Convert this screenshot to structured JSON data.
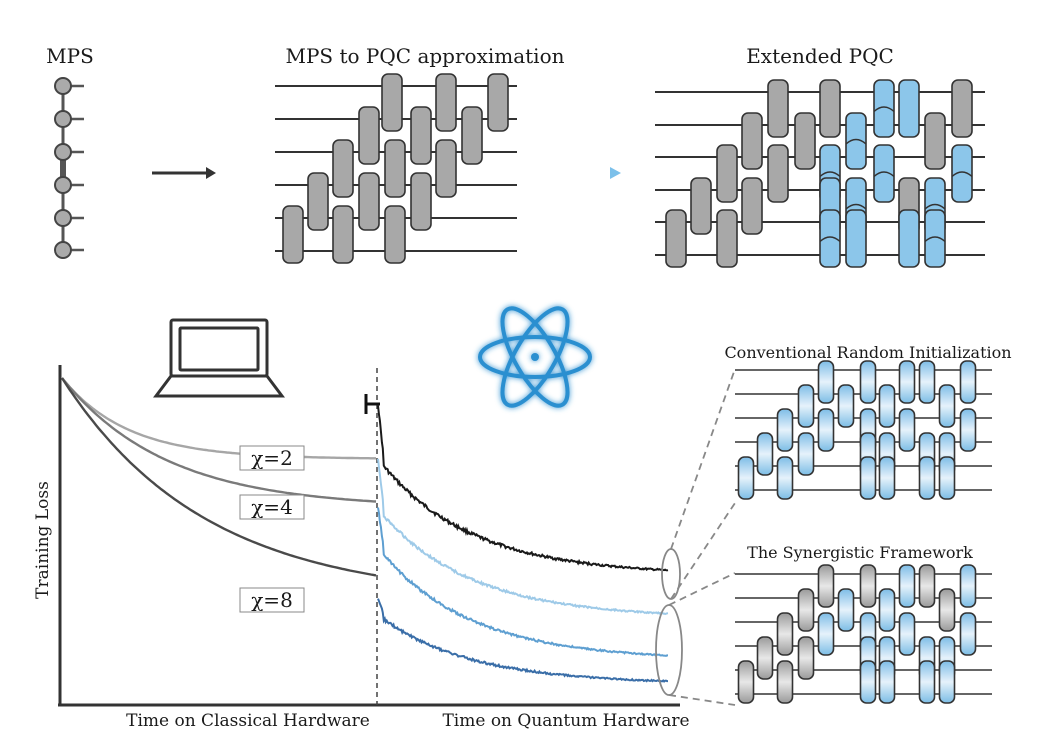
{
  "panels": {
    "mps": "MPS",
    "approx": "MPS to PQC approximation",
    "extended": "Extended PQC"
  },
  "chart": {
    "ylabel": "Training Loss",
    "xlabel_classical": "Time on Classical Hardware",
    "xlabel_quantum": "Time on Quantum Hardware"
  },
  "insets": {
    "top": "Conventional Random Initialization",
    "bottom": "The Synergistic Framework"
  },
  "chart_data": {
    "type": "line",
    "series": [
      {
        "name": "χ=2",
        "phase": "classical",
        "color": "#a6a6a6"
      },
      {
        "name": "χ=4",
        "phase": "classical",
        "color": "#7a7a7a"
      },
      {
        "name": "χ=8",
        "phase": "classical",
        "color": "#4a4a4a"
      }
    ],
    "quantum_series_colors": [
      "#1a1a1a",
      "#9ecae8",
      "#5e9fd1",
      "#3a6ea8"
    ]
  },
  "colors": {
    "gate_gray": "#a8a8a8",
    "gate_blue": "#8cc6ea",
    "wire": "#333333"
  }
}
